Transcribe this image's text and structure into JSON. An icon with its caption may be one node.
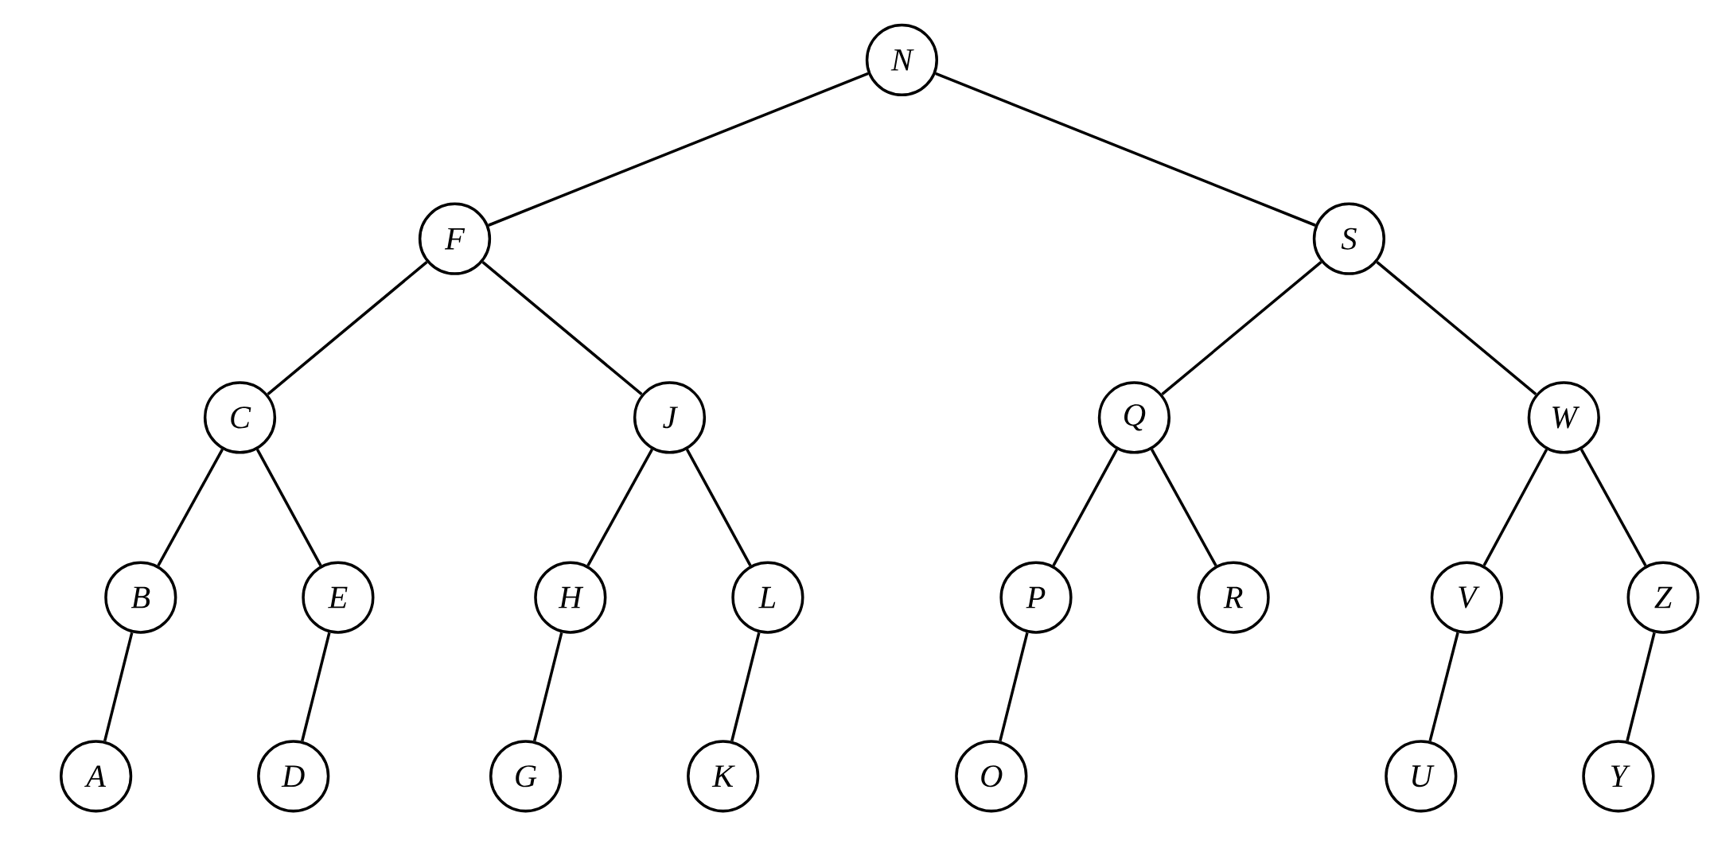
{
  "diagram": {
    "nodes": [
      {
        "text": [
          "N"
        ]
      },
      {
        "text": [
          "F"
        ]
      },
      {
        "text": [
          "S"
        ]
      },
      {
        "text": [
          "C"
        ]
      },
      {
        "text": [
          "J"
        ]
      },
      {
        "text": [
          "Q"
        ]
      },
      {
        "text": [
          "W"
        ]
      },
      {
        "text": [
          "B"
        ]
      },
      {
        "text": [
          "E"
        ]
      },
      {
        "text": [
          "H"
        ]
      },
      {
        "text": [
          "L"
        ]
      },
      {
        "text": [
          "P"
        ]
      },
      {
        "text": [
          "R"
        ]
      },
      {
        "text": [
          "V"
        ]
      },
      {
        "text": [
          "Z"
        ]
      },
      {
        "text": [
          "A"
        ]
      },
      {
        "text": [
          "D"
        ]
      },
      {
        "text": [
          "G"
        ]
      },
      {
        "text": [
          "K"
        ]
      },
      {
        "text": [
          "O"
        ]
      },
      {
        "text": [
          "U"
        ]
      },
      {
        "text": [
          "Y"
        ]
      }
    ],
    "edges": [
      {
        "from": 0,
        "to": 1,
        "arrow": "none"
      },
      {
        "from": 0,
        "to": 2,
        "arrow": "none"
      },
      {
        "from": 1,
        "to": 3,
        "arrow": "none"
      },
      {
        "from": 1,
        "to": 4,
        "arrow": "none"
      },
      {
        "from": 2,
        "to": 5,
        "arrow": "none"
      },
      {
        "from": 2,
        "to": 6,
        "arrow": "none"
      },
      {
        "from": 3,
        "to": 7,
        "arrow": "none"
      },
      {
        "from": 3,
        "to": 8,
        "arrow": "none"
      },
      {
        "from": 4,
        "to": 9,
        "arrow": "none"
      },
      {
        "from": 4,
        "to": 10,
        "arrow": "none"
      },
      {
        "from": 5,
        "to": 11,
        "arrow": "none"
      },
      {
        "from": 5,
        "to": 12,
        "arrow": "none"
      },
      {
        "from": 6,
        "to": 13,
        "arrow": "none"
      },
      {
        "from": 6,
        "to": 14,
        "arrow": "none"
      },
      {
        "from": 7,
        "to": 15,
        "arrow": "none"
      },
      {
        "from": 8,
        "to": 16,
        "arrow": "none"
      },
      {
        "from": 9,
        "to": 17,
        "arrow": "none"
      },
      {
        "from": 10,
        "to": 18,
        "arrow": "none"
      },
      {
        "from": 11,
        "to": 19,
        "arrow": "none"
      },
      {
        "from": 13,
        "to": 20,
        "arrow": "none"
      },
      {
        "from": 14,
        "to": 21,
        "arrow": "none"
      }
    ]
  }
}
